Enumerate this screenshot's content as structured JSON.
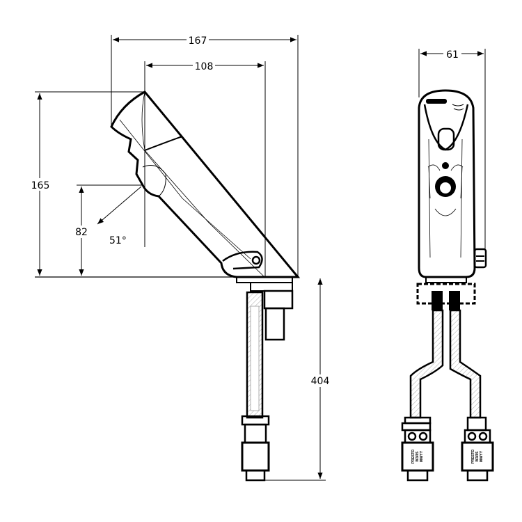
{
  "dimensions": {
    "overall_reach": "167",
    "spout_reach": "108",
    "overall_height": "165",
    "outlet_height": "82",
    "spout_angle": "51°",
    "below_deck_length": "404",
    "body_width": "61"
  },
  "connector_label": {
    "line1": "PRESTO",
    "line2": "W3/8S",
    "line3": "MM/YY"
  }
}
